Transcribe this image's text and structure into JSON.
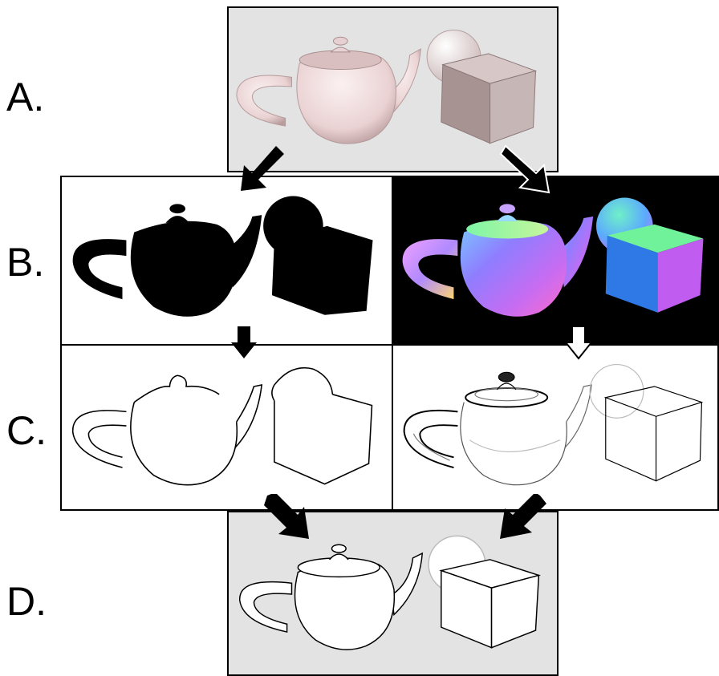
{
  "rows": [
    {
      "label": "A."
    },
    {
      "label": "B."
    },
    {
      "label": "C."
    },
    {
      "label": "D."
    }
  ],
  "panels": {
    "a_shaded": {
      "background": "#e3e3e3"
    },
    "b_silhouette": {
      "background": "#ffffff"
    },
    "b_normals": {
      "background": "#000000"
    },
    "c_contours": {
      "background": "#ffffff"
    },
    "c_creases": {
      "background": "#ffffff"
    },
    "d_result": {
      "background": "#e3e3e3"
    }
  },
  "colors": {
    "teapot_shade": "#f0dcdc",
    "cube_shade": "#b8a6a6",
    "ink": "#000000"
  }
}
